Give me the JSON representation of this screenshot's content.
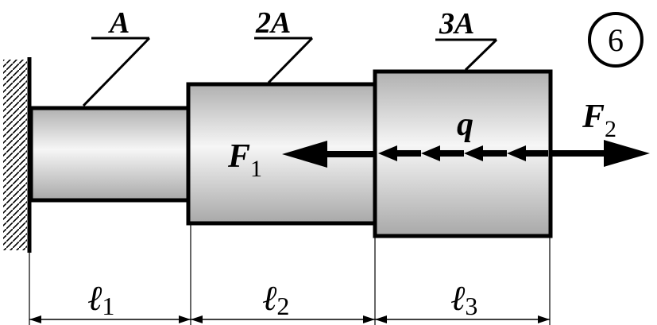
{
  "diagram": {
    "badge": "6",
    "areas": {
      "a1": "A",
      "a2": "2A",
      "a3": "3A"
    },
    "forces": {
      "f1": {
        "symbol": "F",
        "sub": "1"
      },
      "f2": {
        "symbol": "F",
        "sub": "2"
      },
      "q": "q"
    },
    "lengths": {
      "l1": {
        "symbol": "ℓ",
        "sub": "1"
      },
      "l2": {
        "symbol": "ℓ",
        "sub": "2"
      },
      "l3": {
        "symbol": "ℓ",
        "sub": "3"
      }
    },
    "colors": {
      "stroke": "#000000",
      "shade_dark": "#a9a9a9",
      "shade_light": "#f4f4f4"
    }
  }
}
